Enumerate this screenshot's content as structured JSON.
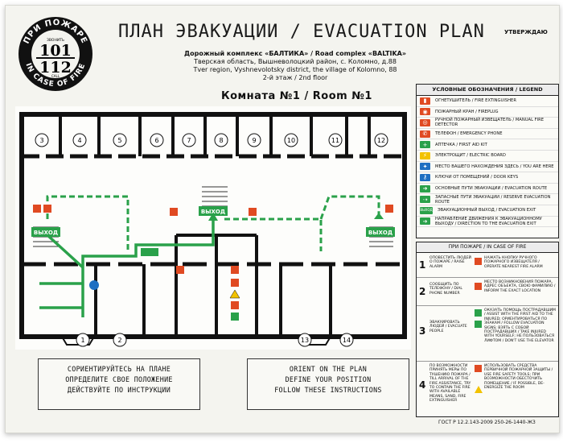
{
  "logo": {
    "top": "ПРИ ПОЖАРЕ",
    "small": "ЗВОНИТЬ",
    "n1": "101",
    "n2": "112",
    "call": "CALL",
    "bottom": "IN CASE OF FIRE"
  },
  "title": "ПЛАН ЭВАКУАЦИИ / EVACUATION PLAN",
  "approve": "УТВЕРЖДАЮ",
  "subtitle": {
    "l1": "Дорожный комплекс «БАЛТИКА» / Road complex «BALTIKA»",
    "l2": "Тверская область, Вышневолоцкий район, с. Коломно, д.88",
    "l3": "Tver region, Vyshnevolotsky district, the village of Kolomno, 88",
    "l4": "2-й этаж / 2nd floor"
  },
  "room": "Комната №1 / Room №1",
  "plan": {
    "rooms_top": [
      "3",
      "4",
      "5",
      "6",
      "7",
      "8",
      "9",
      "10",
      "11",
      "12"
    ],
    "rooms_bottom": [
      "1",
      "2",
      "13",
      "14"
    ],
    "exit": "ВЫХОД"
  },
  "legend": {
    "header": "УСЛОВНЫЕ ОБОЗНАЧЕНИЯ / LEGEND",
    "items": [
      {
        "text": "ОГНЕТУШИТЕЛЬ / FIRE EXTINGUISHER",
        "color": "#e04a22",
        "icon": "fire-extinguisher-icon",
        "glyph": "▮"
      },
      {
        "text": "ПОЖАРНЫЙ КРАН / FIREPLUG",
        "color": "#e04a22",
        "icon": "fireplug-icon",
        "glyph": "◉"
      },
      {
        "text": "РУЧНОЙ ПОЖАРНЫЙ ИЗВЕЩАТЕЛЬ / MANUAL FIRE DETECTOR",
        "color": "#e04a22",
        "icon": "manual-detector-icon",
        "glyph": "◎"
      },
      {
        "text": "ТЕЛЕФОН / EMERGENCY PHONE",
        "color": "#e04a22",
        "icon": "phone-icon",
        "glyph": "✆"
      },
      {
        "text": "АПТЕЧКА / FIRST AID KIT",
        "color": "#2aa14a",
        "icon": "first-aid-icon",
        "glyph": "+"
      },
      {
        "text": "ЭЛЕКТРОЩИТ / ELECTRIC BOARD",
        "color": "#f2c200",
        "icon": "electric-board-icon",
        "glyph": "⚡"
      },
      {
        "text": "МЕСТО ВАШЕГО НАХОЖДЕНИЯ ЗДЕСЬ / YOU ARE HERE",
        "color": "#1e6fc2",
        "icon": "you-are-here-icon",
        "glyph": "✦"
      },
      {
        "text": "КЛЮЧИ ОТ ПОМЕЩЕНИЙ / DOOR KEYS",
        "color": "#1e6fc2",
        "icon": "door-keys-icon",
        "glyph": "⚷"
      },
      {
        "text": "ОСНОВНЫЕ ПУТИ ЭВАКУАЦИИ / EVACUATION ROUTE",
        "color": "#2aa14a",
        "icon": "route-arrow-icon",
        "glyph": "➜"
      },
      {
        "text": "ЗАПАСНЫЕ ПУТИ ЭВАКУАЦИИ / RESERVE EVACUATION ROUTE",
        "color": "#2aa14a",
        "icon": "reserve-route-icon",
        "glyph": "⇢"
      },
      {
        "text": "ЭВАКУАЦИОННЫЙ ВЫХОД / EVACUATION EXIT",
        "color": "#2aa14a",
        "icon": "exit-sign-icon",
        "glyph": "ВЫХОД"
      },
      {
        "text": "НАПРАВЛЕНИЕ ДВИЖЕНИЯ К ЭВАКУАЦИОННОМУ ВЫХОДУ / DIRECTION TO THE EVACUATION EXIT",
        "color": "#2aa14a",
        "icon": "exit-direction-icon",
        "glyph": "➔"
      }
    ]
  },
  "fire": {
    "header": "ПРИ ПОЖАРЕ / IN CASE OF FIRE",
    "steps": [
      {
        "n": "1",
        "a": "ОПОВЕСТИТЬ ЛЮДЕЙ О ПОЖАРЕ / RAISE ALARM",
        "b": "НАЖАТЬ КНОПКУ РУЧНОГО ПОЖАРНОГО ИЗВЕЩАТЕЛЯ / OPERATE NEAREST FIRE ALARM"
      },
      {
        "n": "2",
        "a": "СООБЩИТЬ ПО ТЕЛЕФОНУ / DIAL PHONE NUMBER",
        "b": "МЕСТО ВОЗНИКНОВЕНИЯ ПОЖАРА, АДРЕС ОБЪЕКТА, СВОЮ ФАМИЛИЮ / INFORM THE EXACT LOCATION"
      },
      {
        "n": "3",
        "a": "ЭВАКУИРОВАТЬ ЛЮДЕЙ / EVACUATE PEOPLE",
        "b": "ОКАЗАТЬ ПОМОЩЬ ПОСТРАДАВШИМ / ASSIST WITH THE FIRST AID TO THE INJURED; ОРИЕНТИРОВАТЬСЯ ПО ЗНАКАМ / FOLLOW EVACUATION SIGNS; ВЗЯТЬ С СОБОЙ ПОСТРАДАВШИХ / TAKE INJURED WITH YOURSELF; НЕ ПОЛЬЗОВАТЬСЯ ЛИФТОМ / DON'T USE THE ELEVATOR"
      },
      {
        "n": "4",
        "a": "ПО ВОЗМОЖНОСТИ ПРИНЯТЬ МЕРЫ ПО ТУШЕНИЮ ПОЖАРА / TILL ARRIVAL OF THE FIRE ASSISTANCE, TRY TO CONTAIN THE FIRE WITH AVAILABLE MEANS, SAND, FIRE EXTINGUISHER",
        "b": "ИСПОЛЬЗОВАТЬ СРЕДСТВА ПЕРВИЧНОЙ ПОЖАРНОЙ ЗАЩИТЫ / USE FIRE SAFETY TOOLS; ПРИ ВОЗМОЖНОСТИ ОБЕСТОЧИТЬ ПОМЕЩЕНИЕ / IF POSSIBLE, DE-ENERGIZE THE ROOM"
      }
    ]
  },
  "instructions_ru": [
    "СОРИЕНТИРУЙТЕСЬ НА ПЛАНЕ",
    "ОПРЕДЕЛИТЕ СВОЕ ПОЛОЖЕНИЕ",
    "ДЕЙСТВУЙТЕ ПО ИНСТРУКЦИИ"
  ],
  "instructions_en": [
    "ORIENT ON THE PLAN",
    "DEFINE YOUR POSITION",
    "FOLLOW THESE INSTRUCTIONS"
  ],
  "gost": "ГОСТ Р 12.2.143-2009 250-26-1440-Ж3"
}
